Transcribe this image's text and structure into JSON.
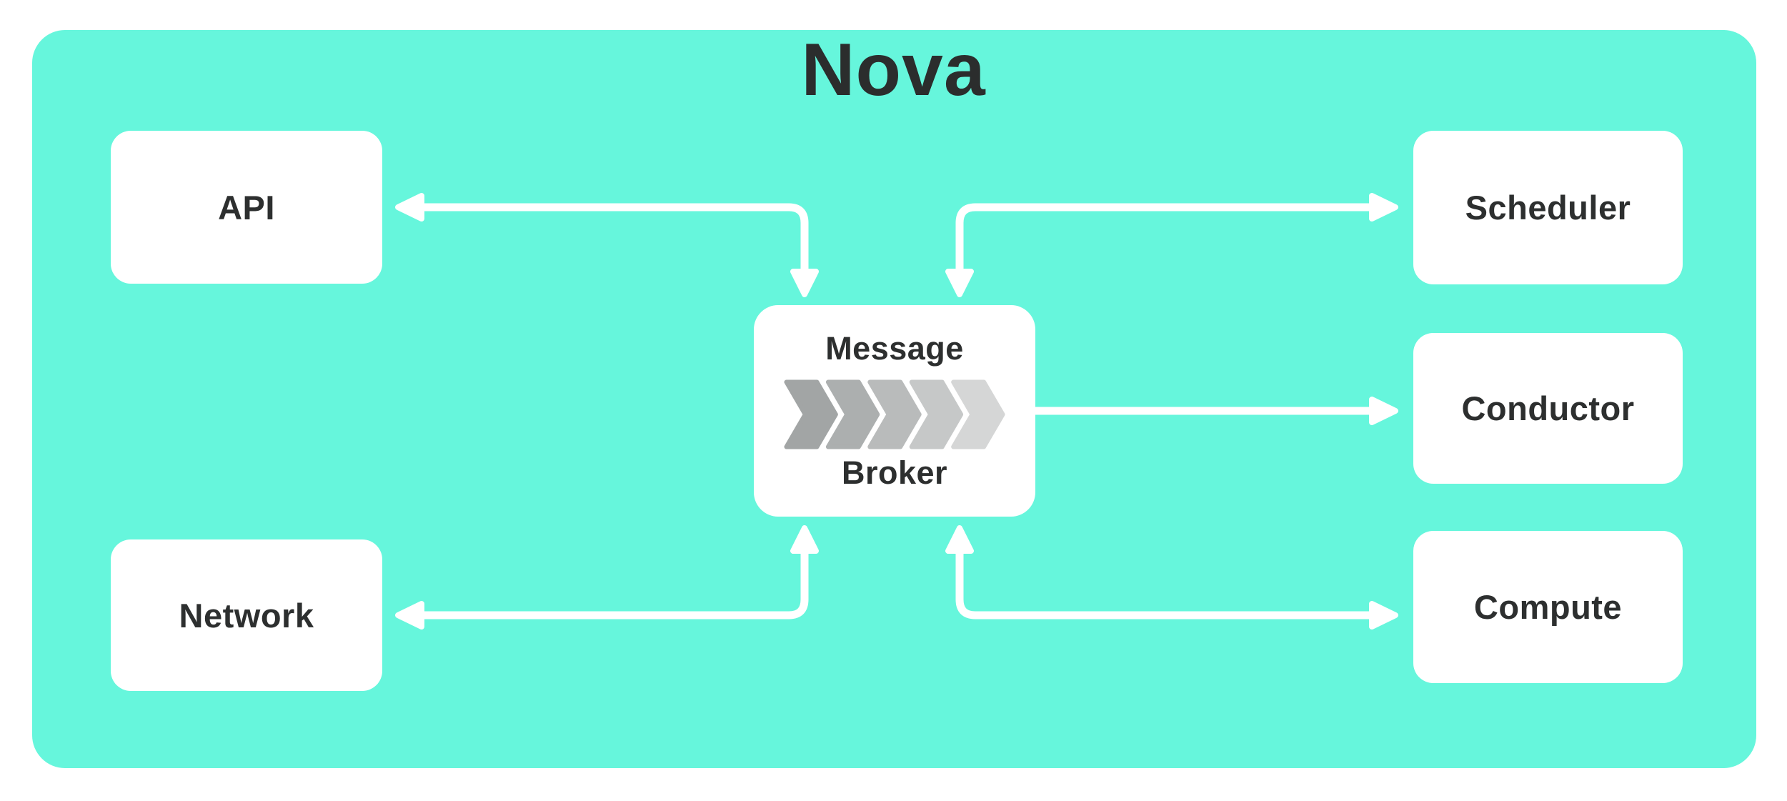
{
  "title": "Nova",
  "colors": {
    "canvas_background": "#ffffff",
    "panel_background": "#66f6dc",
    "node_background": "#ffffff",
    "text": "#2d2f2f",
    "arrow": "#ffffff"
  },
  "nodes": {
    "api": {
      "label": "API"
    },
    "network": {
      "label": "Network"
    },
    "scheduler": {
      "label": "Scheduler"
    },
    "conductor": {
      "label": "Conductor"
    },
    "compute": {
      "label": "Compute"
    },
    "broker": {
      "label_line1": "Message",
      "label_line2": "Broker",
      "chevron_colors": [
        "#a2a5a5",
        "#acafaf",
        "#b9bbbb",
        "#c6c8c8",
        "#d5d6d6"
      ]
    }
  },
  "edges": [
    {
      "from": "api",
      "to": "message-broker",
      "style": "elbow",
      "bidirectional": true
    },
    {
      "from": "scheduler",
      "to": "message-broker",
      "style": "elbow",
      "bidirectional": true
    },
    {
      "from": "message-broker",
      "to": "conductor",
      "style": "straight",
      "bidirectional": false
    },
    {
      "from": "network",
      "to": "message-broker",
      "style": "elbow",
      "bidirectional": true
    },
    {
      "from": "compute",
      "to": "message-broker",
      "style": "elbow",
      "bidirectional": true
    }
  ]
}
